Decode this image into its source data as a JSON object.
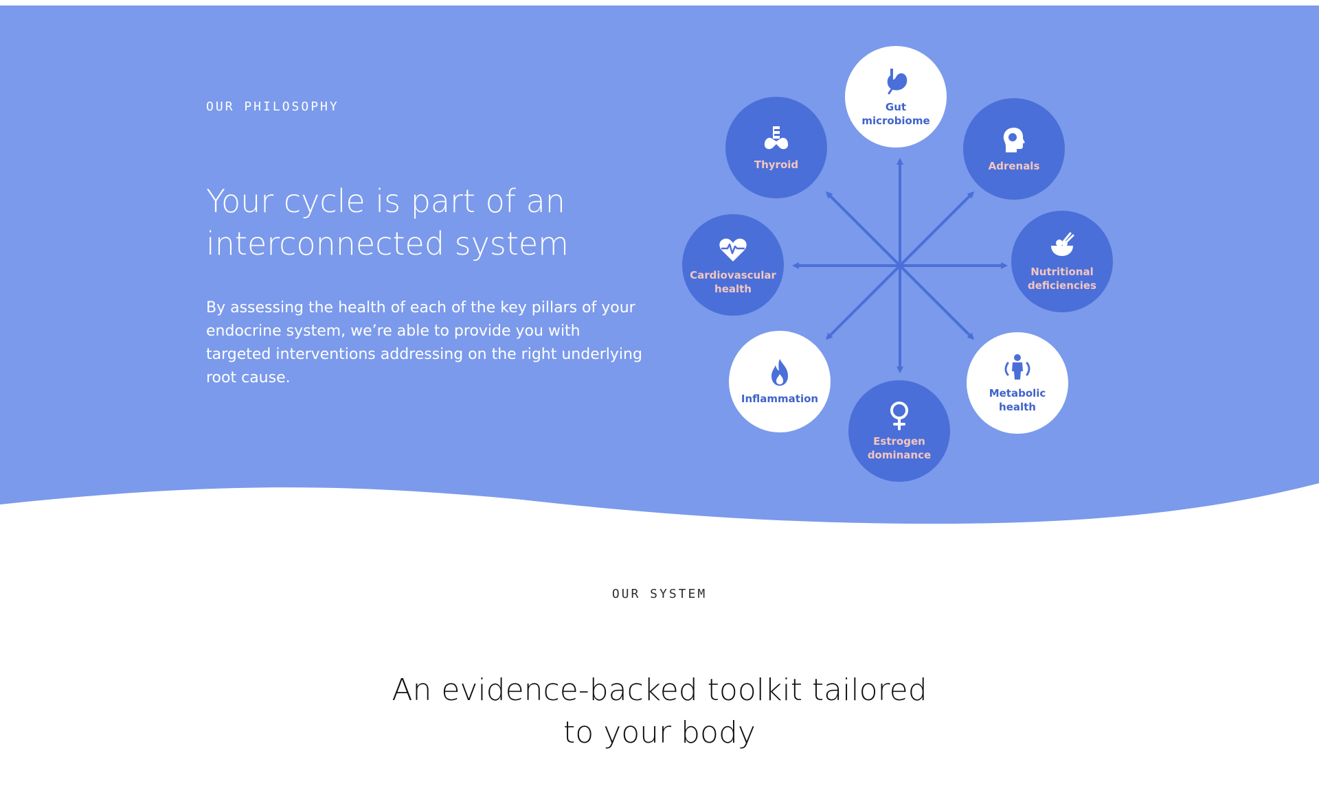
{
  "colors": {
    "hero_bg": "#7b9aeb",
    "node_dark": "#4a6fd8",
    "node_light": "#ffffff",
    "dark_label": "#f4c6c0",
    "light_label": "#3f63c9",
    "arrow": "#4a6fd8"
  },
  "philosophy": {
    "eyebrow": "OUR PHILOSOPHY",
    "title": "Your cycle is part of an interconnected system",
    "body": "By assessing the health of each of the key pillars of your endocrine system, we’re able to provide you with targeted interventions addressing on the right underlying root cause."
  },
  "diagram": {
    "nodes": [
      {
        "label": "Gut microbiome",
        "icon": "stomach-icon"
      },
      {
        "label": "Adrenals",
        "icon": "head-icon"
      },
      {
        "label": "Nutritional deficiencies",
        "icon": "bowl-icon"
      },
      {
        "label": "Metabolic health",
        "icon": "person-cycle-icon"
      },
      {
        "label": "Estrogen dominance",
        "icon": "female-symbol-icon"
      },
      {
        "label": "Inflammation",
        "icon": "flame-icon"
      },
      {
        "label": "Cardiovascular health",
        "icon": "heart-pulse-icon"
      },
      {
        "label": "Thyroid",
        "icon": "thyroid-icon"
      }
    ]
  },
  "system": {
    "eyebrow": "OUR SYSTEM",
    "title_line1": "An evidence-backed toolkit tailored",
    "title_line2": "to your body"
  }
}
